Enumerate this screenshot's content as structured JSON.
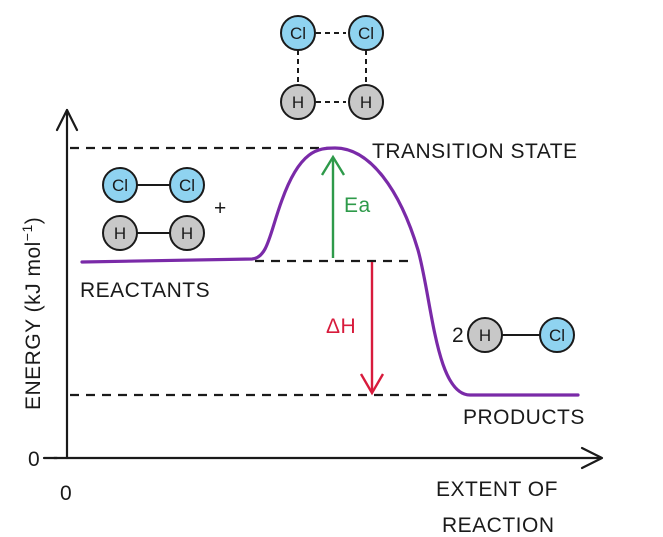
{
  "axes": {
    "y_label": "ENERGY (kJ mol",
    "y_label_sup": "−1",
    "y_label_close": ")",
    "y_origin": "0",
    "x_origin": "0",
    "x_label_line1": "EXTENT  OF",
    "x_label_line2": "REACTION"
  },
  "labels": {
    "transition_state": "TRANSITION   STATE",
    "reactants": "REACTANTS",
    "products": "PRODUCTS",
    "activation_energy": "Ea",
    "enthalpy_change": "ΔH",
    "plus": "+",
    "coefficient": "2"
  },
  "atoms": {
    "chlorine": "Cl",
    "hydrogen": "H"
  },
  "colors": {
    "curve": "#7a2aa8",
    "activation_arrow": "#2e9a4a",
    "enthalpy_arrow": "#d81b3c",
    "chlorine_fill": "#8fd3f0",
    "hydrogen_fill": "#c8c8c8",
    "ink": "#1a1a1a"
  }
}
